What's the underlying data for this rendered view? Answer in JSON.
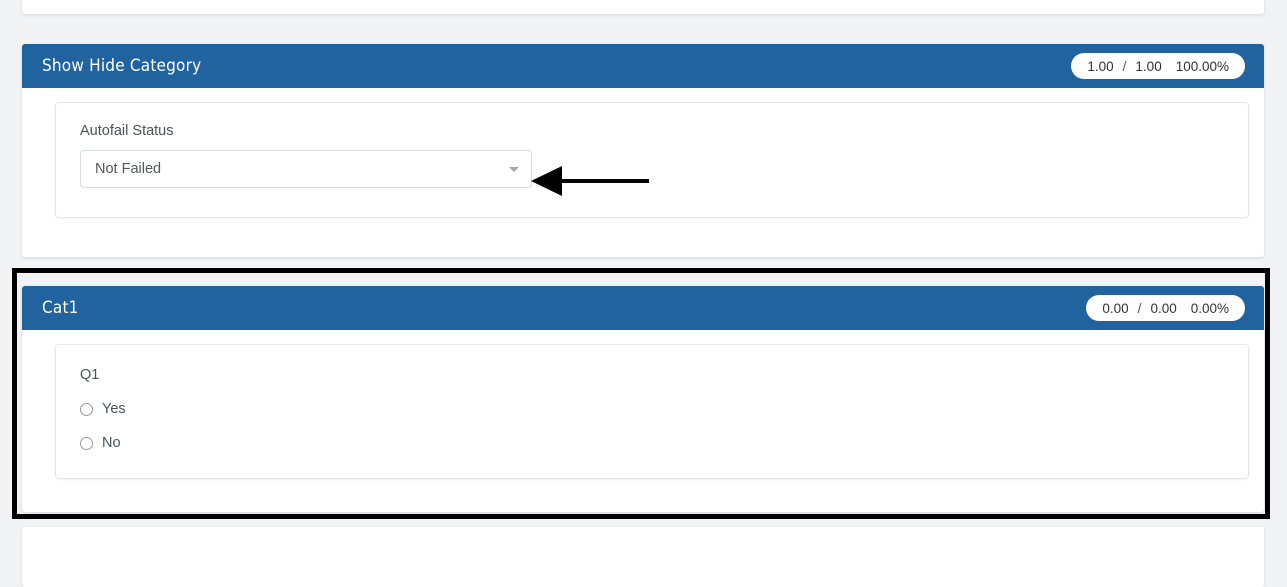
{
  "theme": {
    "page_background": "#f2f3f5",
    "panel_header_blue": "#21639e",
    "card_white": "#ffffff",
    "text_gray": "#4b5259",
    "annotation_black": "#000000"
  },
  "panels": [
    {
      "id": "show-hide-category",
      "title": "Show Hide Category",
      "score": {
        "numerator": "1.00",
        "separator": "/",
        "denominator": "1.00",
        "percent": "100.00%"
      },
      "field": {
        "label": "Autofail Status",
        "type": "select",
        "value": "Not Failed",
        "placeholder": "Not Failed",
        "caret_icon": "chevron-down-icon"
      }
    },
    {
      "id": "cat1",
      "title": "Cat1",
      "score": {
        "numerator": "0.00",
        "separator": "/",
        "denominator": "0.00",
        "percent": "0.00%"
      },
      "question": {
        "label": "Q1",
        "type": "radio-group",
        "options": [
          {
            "label": "Yes",
            "selected": false
          },
          {
            "label": "No",
            "selected": false
          }
        ]
      }
    }
  ],
  "annotations": {
    "highlight_box": {
      "shape": "rectangle",
      "color": "#000000",
      "targets": "cat1"
    },
    "arrow": {
      "shape": "arrow-left",
      "color": "#000000",
      "points_at": "Autofail Status select"
    }
  }
}
